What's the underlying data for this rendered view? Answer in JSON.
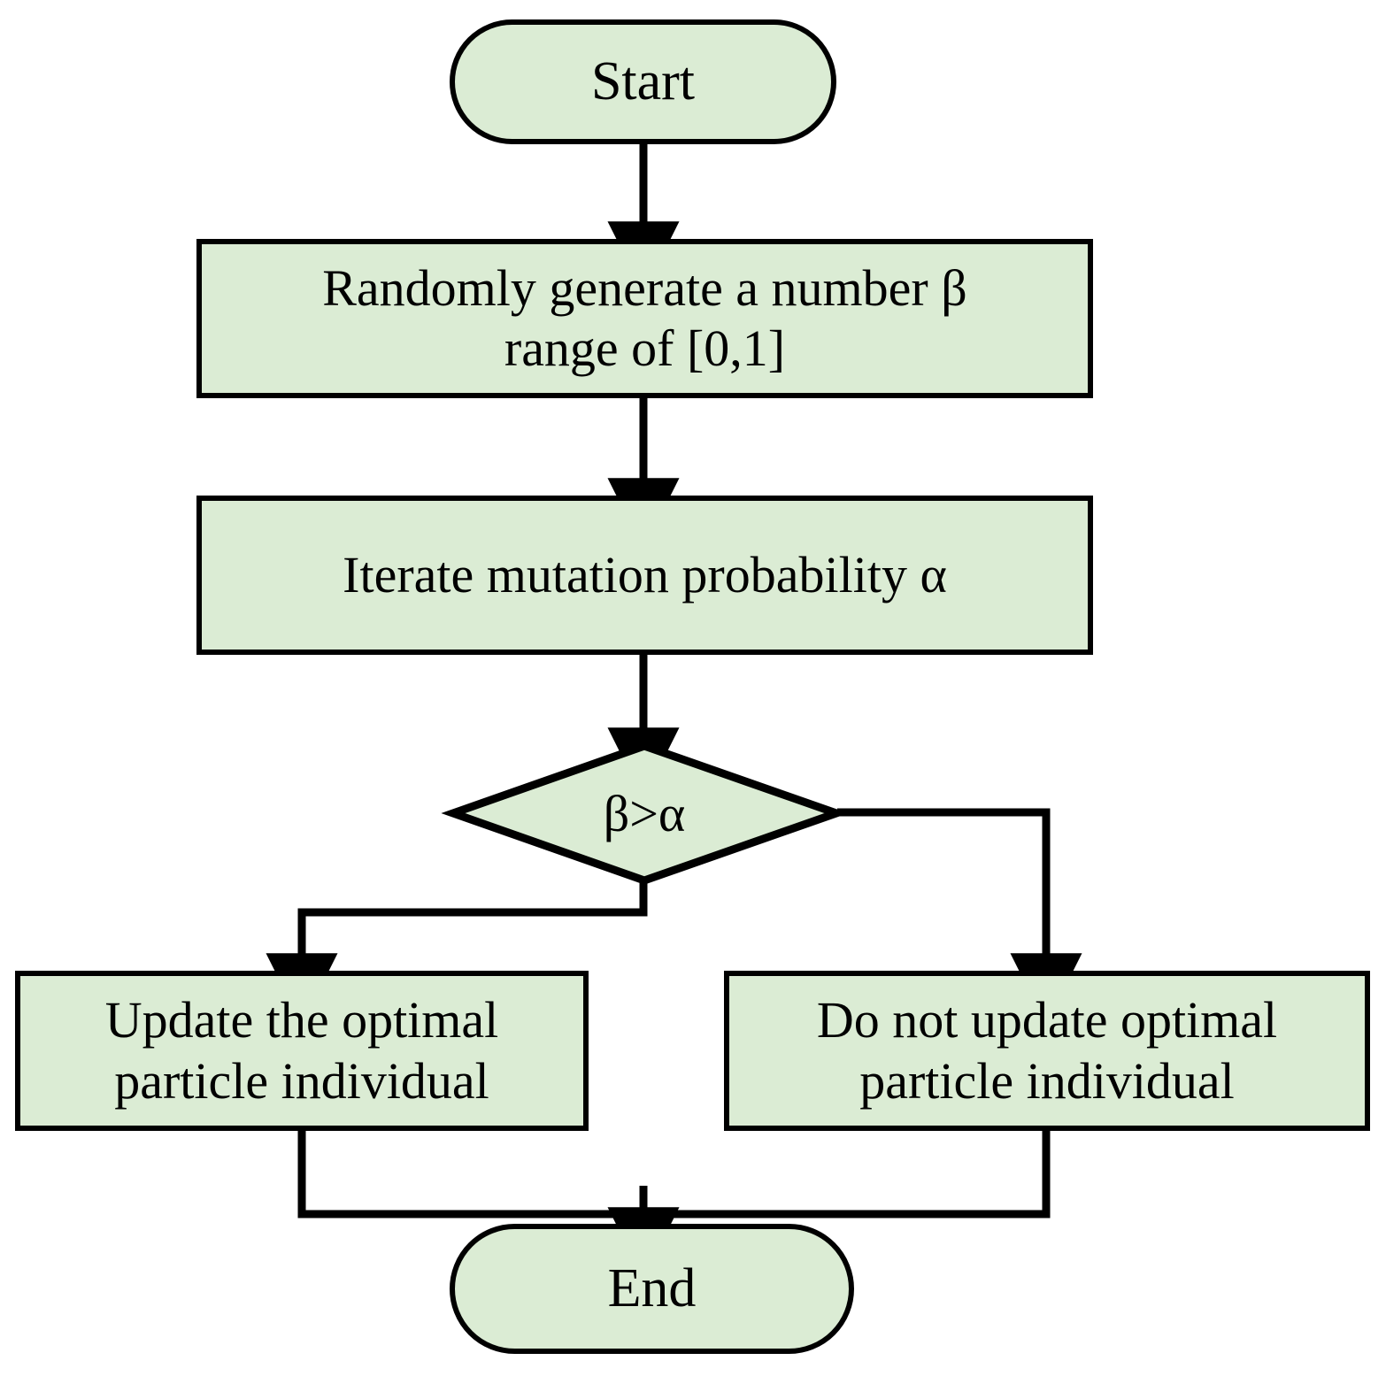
{
  "diagram": {
    "title": "Mutation-based optimal particle update flowchart",
    "type": "flowchart",
    "colors": {
      "node_fill": "#dbecd4",
      "node_border": "#000000",
      "edge": "#000000",
      "background": "#ffffff"
    }
  },
  "nodes": {
    "start": {
      "label": "Start",
      "shape": "terminator"
    },
    "random": {
      "label": "Randomly generate a number β\nrange of [0,1]",
      "line1": "Randomly generate a number β",
      "line2": "range of [0,1]",
      "shape": "process"
    },
    "iterate": {
      "label": "Iterate mutation probability α",
      "shape": "process"
    },
    "decision": {
      "label": "β>α",
      "shape": "decision"
    },
    "update": {
      "label": "Update the optimal\nparticle individual",
      "line1": "Update the optimal",
      "line2": "particle individual",
      "shape": "process"
    },
    "noupdate": {
      "label": "Do not update optimal\nparticle individual",
      "line1": "Do not update optimal",
      "line2": "particle individual",
      "shape": "process"
    },
    "end": {
      "label": "End",
      "shape": "terminator"
    }
  },
  "edges": [
    {
      "from": "start",
      "to": "random",
      "label": ""
    },
    {
      "from": "random",
      "to": "iterate",
      "label": ""
    },
    {
      "from": "iterate",
      "to": "decision",
      "label": ""
    },
    {
      "from": "decision",
      "to": "update",
      "label": ""
    },
    {
      "from": "decision",
      "to": "noupdate",
      "label": ""
    },
    {
      "from": "update",
      "to": "end",
      "label": ""
    },
    {
      "from": "noupdate",
      "to": "end",
      "label": ""
    }
  ]
}
